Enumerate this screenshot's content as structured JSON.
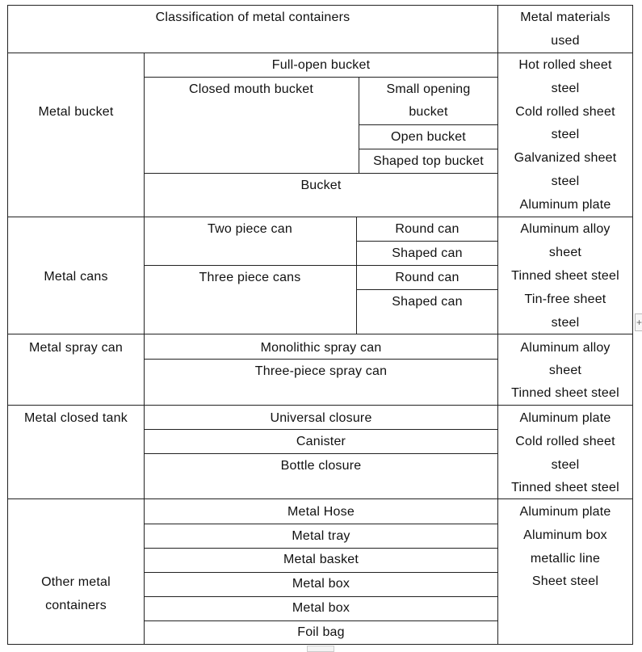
{
  "header": {
    "classification": "Classification of metal containers",
    "materials_line1": "Metal materials",
    "materials_line2": "used"
  },
  "bucket": {
    "category": "Metal bucket",
    "full_open": "Full-open bucket",
    "closed_mouth": "Closed mouth bucket",
    "small_opening_1": "Small opening",
    "small_opening_2": "bucket",
    "open_bucket": "Open bucket",
    "shaped_top": "Shaped top bucket",
    "bucket": "Bucket",
    "materials": [
      "Hot rolled sheet",
      "steel",
      "Cold rolled sheet",
      "steel",
      "Galvanized sheet",
      "steel",
      "Aluminum plate"
    ]
  },
  "cans": {
    "category": "Metal cans",
    "two_piece": "Two piece can",
    "three_piece": "Three piece cans",
    "round_1": "Round can",
    "shaped_1": "Shaped can",
    "round_2": "Round can",
    "shaped_2": "Shaped can",
    "materials": [
      "Aluminum alloy",
      "sheet",
      "Tinned sheet steel",
      "Tin-free sheet",
      "steel"
    ]
  },
  "spray": {
    "category": "Metal spray can",
    "monolithic": "Monolithic spray can",
    "three_piece": "Three-piece spray can",
    "materials": [
      "Aluminum alloy",
      "sheet",
      "Tinned sheet steel"
    ]
  },
  "closed_tank": {
    "category": "Metal closed tank",
    "universal": "Universal closure",
    "canister": "Canister",
    "bottle": "Bottle closure",
    "materials": [
      "Aluminum plate",
      "Cold rolled sheet",
      "steel",
      "Tinned sheet steel"
    ]
  },
  "other": {
    "category_line1": "Other metal",
    "category_line2": "containers",
    "items": [
      "Metal Hose",
      "Metal tray",
      "Metal basket",
      "Metal box",
      "Metal box",
      "Foil bag"
    ],
    "materials": [
      "Aluminum plate",
      "Aluminum box",
      "metallic line",
      "Sheet steel"
    ]
  }
}
